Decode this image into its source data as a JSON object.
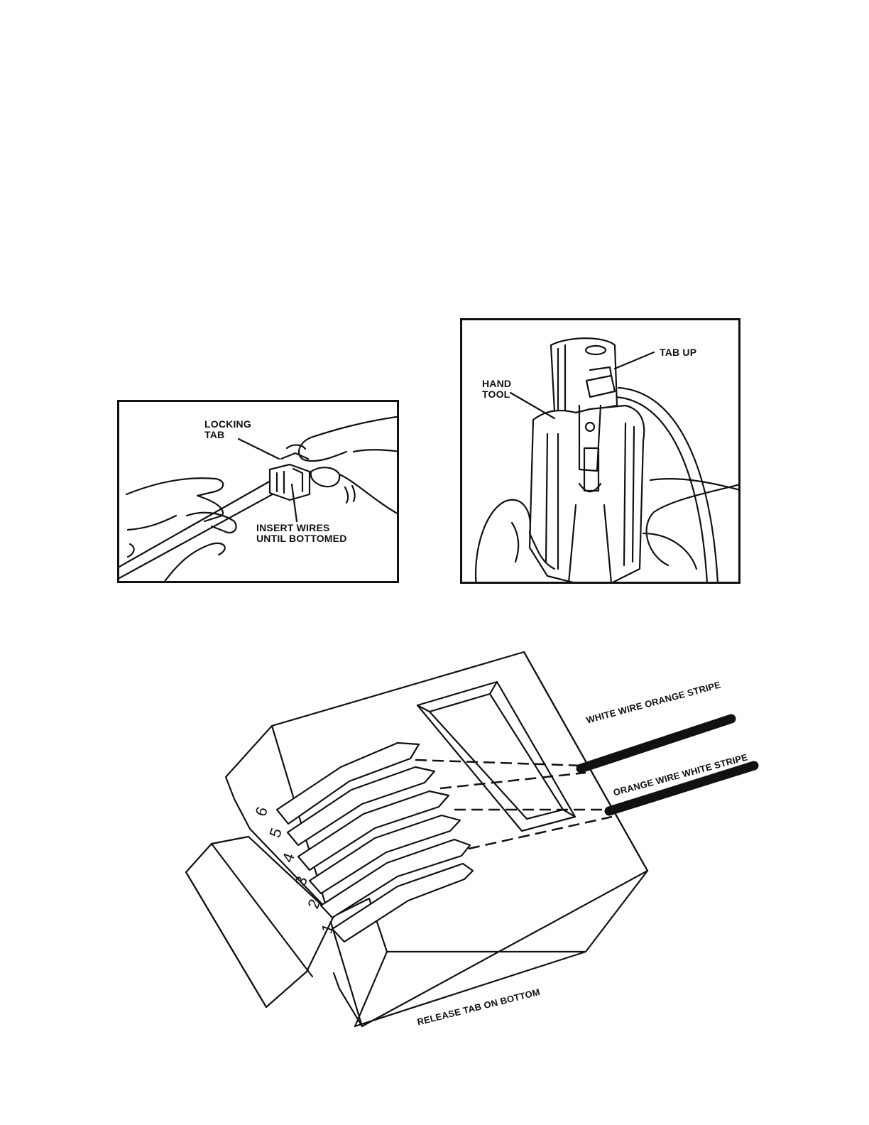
{
  "figure_left": {
    "locking_tab_label": "LOCKING\nTAB",
    "insert_wires_label": "INSERT WIRES\nUNTIL BOTTOMED"
  },
  "figure_right": {
    "hand_tool_label": "HAND\nTOOL",
    "tab_up_label": "TAB UP"
  },
  "connector": {
    "pin_numbers": [
      "6",
      "5",
      "4",
      "3",
      "2",
      "1"
    ],
    "wire_top_label": "WHITE WIRE ORANGE STRIPE",
    "wire_bottom_label": "ORANGE WIRE WHITE STRIPE",
    "release_tab_label": "RELEASE TAB ON BOTTOM"
  }
}
